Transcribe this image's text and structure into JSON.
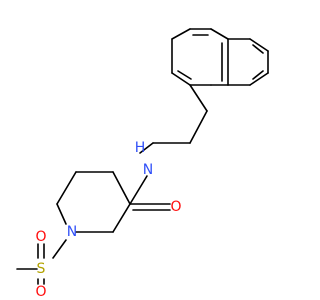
{
  "molecule": {
    "atoms": {
      "nitrogen_amide": "N",
      "hydrogen_amide": "H",
      "oxygen_carbonyl": "O",
      "nitrogen_piperidine": "N",
      "sulfur": "S",
      "oxygen_sulfonyl_a": "O",
      "oxygen_sulfonyl_b": "O"
    },
    "colors": {
      "nitrogen": "#3050F8",
      "oxygen": "#FF0D0D",
      "sulfur": "#B2A200",
      "bond": "#000000",
      "background": "#FFFFFF"
    }
  }
}
